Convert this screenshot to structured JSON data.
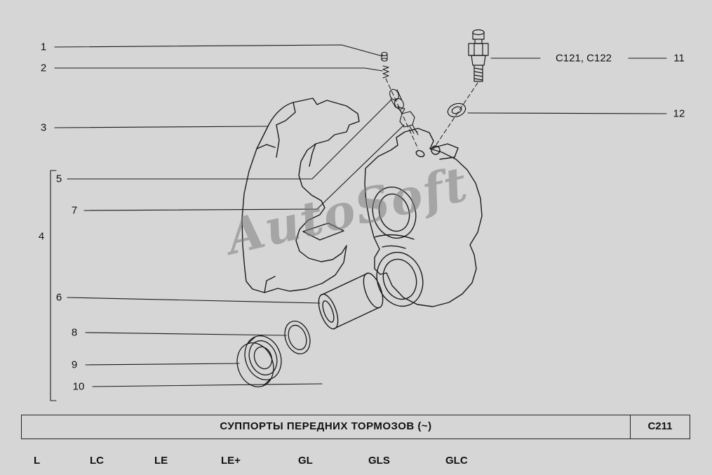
{
  "colors": {
    "background": "#d6d6d6",
    "line": "#1a1a1a",
    "watermark": "#7d7d7d"
  },
  "watermark": {
    "text": "AutoSoft"
  },
  "callouts": {
    "n1": "1",
    "n2": "2",
    "n3": "3",
    "n4": "4",
    "n5": "5",
    "n6": "6",
    "n7": "7",
    "n8": "8",
    "n9": "9",
    "n10": "10",
    "n11": "11",
    "n12": "12",
    "ref_c121": "C121, C122"
  },
  "footer": {
    "title": "СУППОРТЫ ПЕРЕДНИХ ТОРМОЗОВ (~)",
    "code": "C211"
  },
  "variants": [
    "L",
    "LC",
    "LE",
    "LE+",
    "GL",
    "GLS",
    "GLC"
  ]
}
